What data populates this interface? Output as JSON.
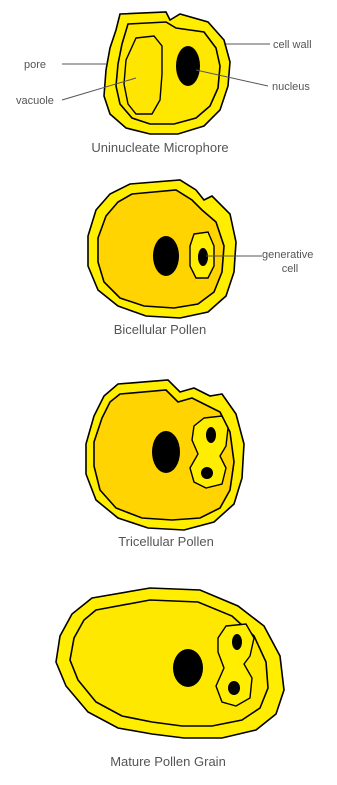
{
  "stages": [
    {
      "caption": "Uninucleate Microphore"
    },
    {
      "caption": "Bicellular Pollen"
    },
    {
      "caption": "Tricellular Pollen"
    },
    {
      "caption": "Mature Pollen Grain"
    }
  ],
  "labels": {
    "cell_wall": "cell wall",
    "pore": "pore",
    "nucleus": "nucleus",
    "vacuole": "vacuole",
    "generative_line1": "generative",
    "generative_line2": "cell"
  },
  "colors": {
    "wall": "#ffee00",
    "cytoplasm": "#ffd400",
    "nucleus": "#000000",
    "label_text": "#555555"
  }
}
